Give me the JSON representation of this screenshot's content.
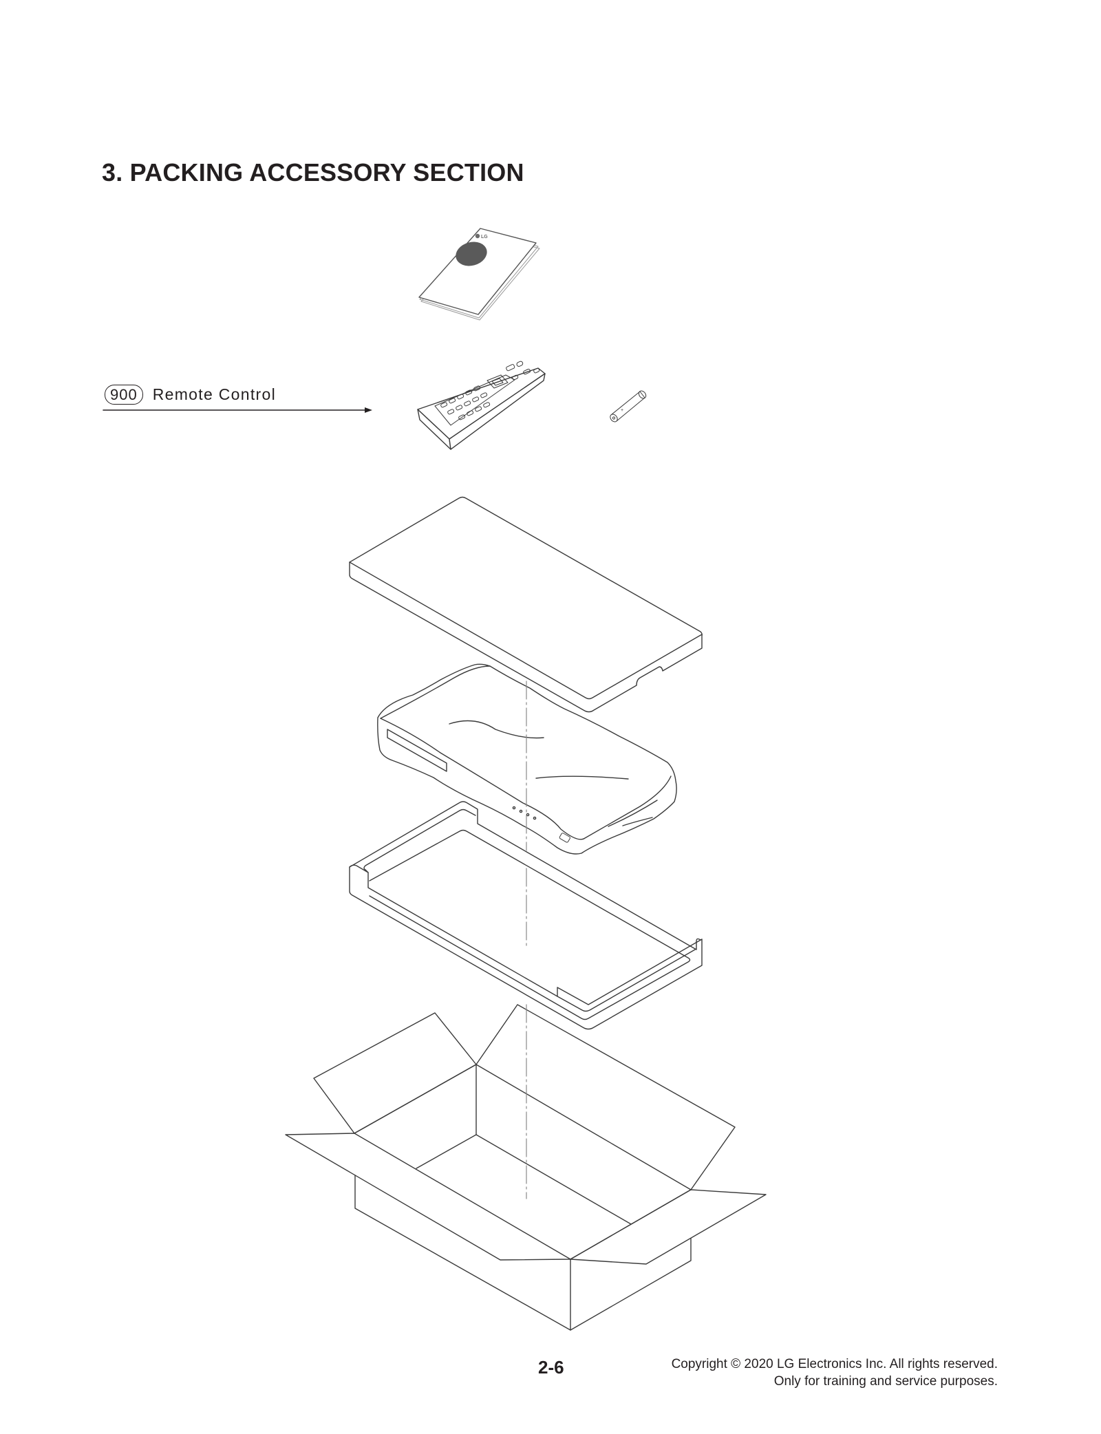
{
  "page": {
    "section_title": "3. PACKING ACCESSORY SECTION",
    "page_number": "2-6"
  },
  "callouts": [
    {
      "part_number": "900",
      "label": "Remote Control"
    }
  ],
  "illustration": {
    "items": [
      {
        "name": "Owner's Manual",
        "icon": "manual-booklet-icon",
        "brand_mark": "LG"
      },
      {
        "name": "Remote Control",
        "icon": "remote-control-icon"
      },
      {
        "name": "Battery",
        "icon": "battery-icon",
        "polarity_mark": "+"
      },
      {
        "name": "Top Packing Cushion",
        "icon": "top-cushion-icon"
      },
      {
        "name": "Main Unit (wrapped in bag)",
        "icon": "wrapped-unit-icon"
      },
      {
        "name": "Bottom Packing Cushion",
        "icon": "bottom-cushion-icon"
      },
      {
        "name": "Packing Box",
        "icon": "carton-box-icon"
      }
    ],
    "line_color": "#3a3a3a",
    "fill_dark": "#5a5a5a"
  },
  "footer": {
    "copyright_line1": "Copyright © 2020 LG Electronics Inc. All rights reserved.",
    "copyright_line2": "Only for training and service purposes."
  }
}
